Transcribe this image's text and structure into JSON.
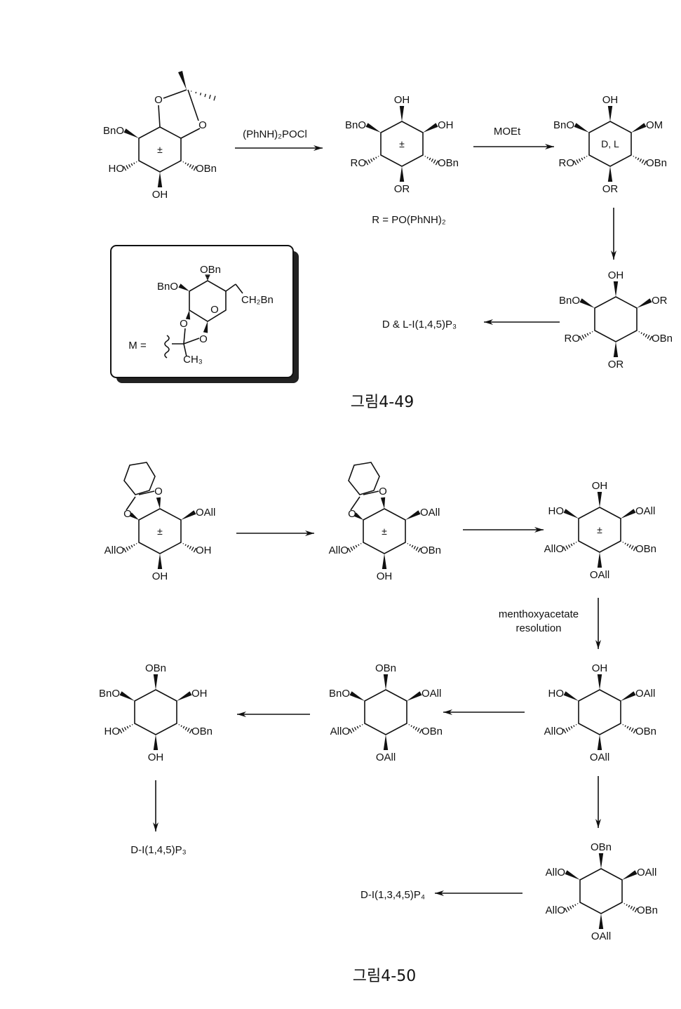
{
  "figure_49": {
    "caption": "그림4-49",
    "structures": [
      {
        "id": "s1",
        "center": "±",
        "subs": {
          "top": "",
          "ur": "",
          "lr": "OBn",
          "bottom": "OH",
          "ll": "HO",
          "ul": "BnO"
        },
        "extra": {
          "o1": "O",
          "o2": "O"
        }
      },
      {
        "id": "s2",
        "center": "±",
        "subs": {
          "top": "OH",
          "ur": "OH",
          "lr": "OBn",
          "bottom": "OR",
          "ll": "RO",
          "ul": "BnO"
        },
        "note": "R = PO(PhNH)₂"
      },
      {
        "id": "s3",
        "center": "D, L",
        "subs": {
          "top": "OH",
          "ur": "OM",
          "lr": "OBn",
          "bottom": "OR",
          "ll": "RO",
          "ul": "BnO"
        }
      },
      {
        "id": "s4",
        "center": "",
        "subs": {
          "top": "OH",
          "ur": "OR",
          "lr": "OBn",
          "bottom": "OR",
          "ll": "RO",
          "ul": "BnO"
        }
      }
    ],
    "arrows": [
      {
        "label": "(PhNH)₂POCl"
      },
      {
        "label": "MOEt"
      },
      {
        "label": ""
      },
      {
        "label": ""
      }
    ],
    "product": "D & L-I(1,4,5)P₃",
    "box": {
      "m_label": "M =",
      "obn": "OBn",
      "bno": "BnO",
      "ch2bn": "CH₂Bn",
      "o_ring": "O",
      "o1": "O",
      "o2": "O",
      "ch3": "CH₃"
    }
  },
  "figure_50": {
    "caption": "그림4-50",
    "structures": [
      {
        "id": "t1",
        "center": "±",
        "subs": {
          "top": "",
          "ur": "OAll",
          "lr": "OH",
          "bottom": "OH",
          "ll": "AllO",
          "ul": ""
        },
        "extra": {
          "o1": "O",
          "o2": "O"
        }
      },
      {
        "id": "t2",
        "center": "±",
        "subs": {
          "top": "",
          "ur": "OAll",
          "lr": "OBn",
          "bottom": "OH",
          "ll": "AllO",
          "ul": ""
        },
        "extra": {
          "o1": "O",
          "o2": "O"
        }
      },
      {
        "id": "t3",
        "center": "±",
        "subs": {
          "top": "OH",
          "ur": "OAll",
          "lr": "OBn",
          "bottom": "OAll",
          "ll": "AllO",
          "ul": "HO"
        }
      },
      {
        "id": "t4",
        "center": "",
        "subs": {
          "top": "OH",
          "ur": "OAll",
          "lr": "OBn",
          "bottom": "OAll",
          "ll": "AllO",
          "ul": "HO"
        }
      },
      {
        "id": "t5",
        "center": "",
        "subs": {
          "top": "OBn",
          "ur": "OAll",
          "lr": "OBn",
          "bottom": "OAll",
          "ll": "AllO",
          "ul": "BnO"
        }
      },
      {
        "id": "t6",
        "center": "",
        "subs": {
          "top": "OBn",
          "ur": "OH",
          "lr": "OBn",
          "bottom": "OH",
          "ll": "HO",
          "ul": "BnO"
        }
      },
      {
        "id": "t7",
        "center": "",
        "subs": {
          "top": "OBn",
          "ur": "OAll",
          "lr": "OBn",
          "bottom": "OAll",
          "ll": "AllO",
          "ul": "AllO"
        }
      }
    ],
    "resolution_label": [
      "menthoxyacetate",
      "resolution"
    ],
    "product_1": "D-I(1,4,5)P₃",
    "product_2": "D-I(1,3,4,5)P₄"
  }
}
